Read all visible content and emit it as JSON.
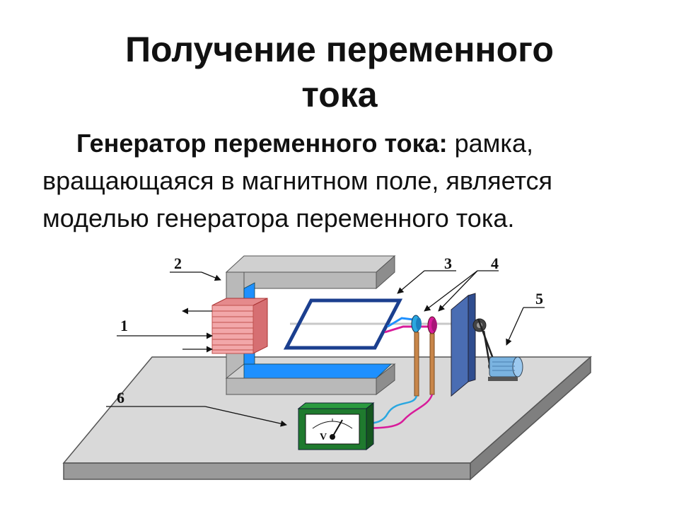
{
  "title_line1": "Получение переменного",
  "title_line2": "тока",
  "body_bold": "Генератор переменного тока:",
  "body_rest": " рамка, вращающаяся в магнитном поле, является моделью генератора переменного тока.",
  "labels": {
    "l1": "1",
    "l2": "2",
    "l3": "3",
    "l4": "4",
    "l5": "5",
    "l6": "6"
  },
  "voltmeter_symbol": "V",
  "colors": {
    "magnet_gray": "#b9b9b9",
    "magnet_dark": "#8d8d8d",
    "pole_blue": "#1e90ff",
    "coil_pink": "#f2a7a9",
    "coil_line": "#c0504d",
    "frame_blue": "#1b3f8f",
    "plate": "#2f4d8f",
    "brush_orange": "#c8864a",
    "ring_blue": "#2aa7e0",
    "ring_magenta": "#d81b9a",
    "motor": "#7ab3e0",
    "voltmeter": "#1f7a2e"
  }
}
